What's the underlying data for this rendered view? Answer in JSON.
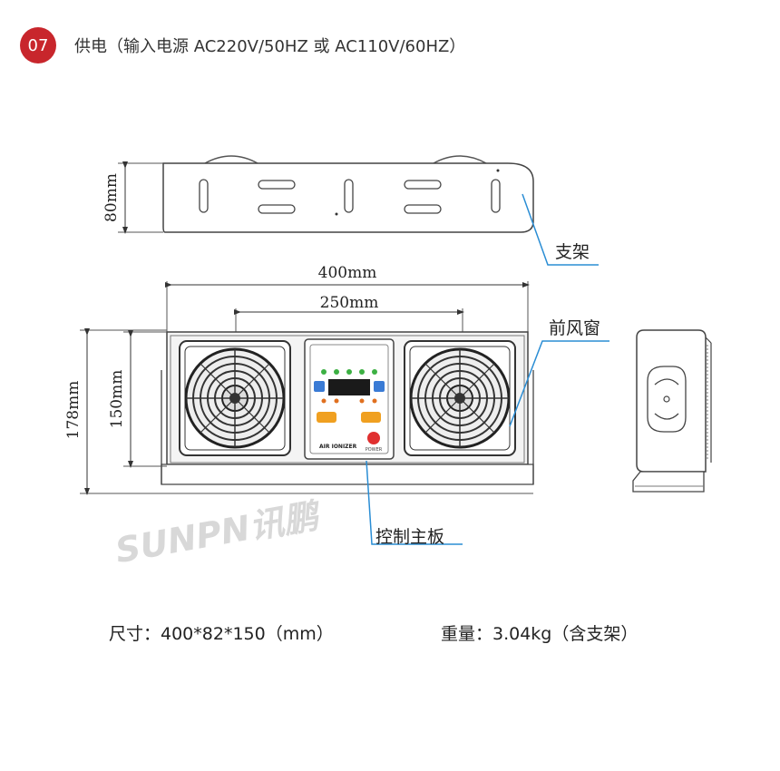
{
  "header": {
    "number": "07",
    "title": "供电（输入电源 AC220V/50HZ 或 AC110V/60HZ）"
  },
  "diagram": {
    "dimensions": {
      "top_height": "80mm",
      "width": "400mm",
      "fan_spacing": "250mm",
      "total_height": "178mm",
      "inner_height": "150mm"
    },
    "callouts": {
      "bracket": "支架",
      "front_grille": "前风窗",
      "control_board": "控制主板"
    },
    "panel_text": {
      "model": "AIR IONIZER",
      "power": "POWER"
    },
    "watermark": "SUNPN讯鹏"
  },
  "specs": {
    "size": "尺寸：400*82*150（mm）",
    "weight": "重量：3.04kg（含支架）"
  },
  "colors": {
    "badge": "#c8262c",
    "callout_line": "#2a8dd4",
    "panel_button": "#f0a020",
    "panel_display": "#1a1a1a",
    "power_button": "#e03030"
  }
}
